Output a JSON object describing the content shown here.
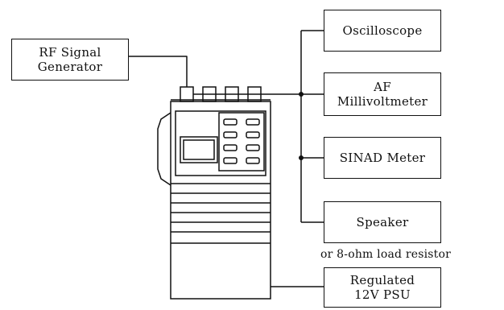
{
  "diagram": {
    "rf_generator": {
      "line1": "RF Signal",
      "line2": "Generator"
    },
    "oscilloscope": {
      "label": "Oscilloscope"
    },
    "af_millivoltmeter": {
      "line1": "AF",
      "line2": "Millivoltmeter"
    },
    "sinad_meter": {
      "label": "SINAD Meter"
    },
    "speaker": {
      "label": "Speaker"
    },
    "speaker_note": "or 8-ohm load resistor",
    "psu": {
      "line1": "Regulated",
      "line2": "12V PSU"
    }
  }
}
